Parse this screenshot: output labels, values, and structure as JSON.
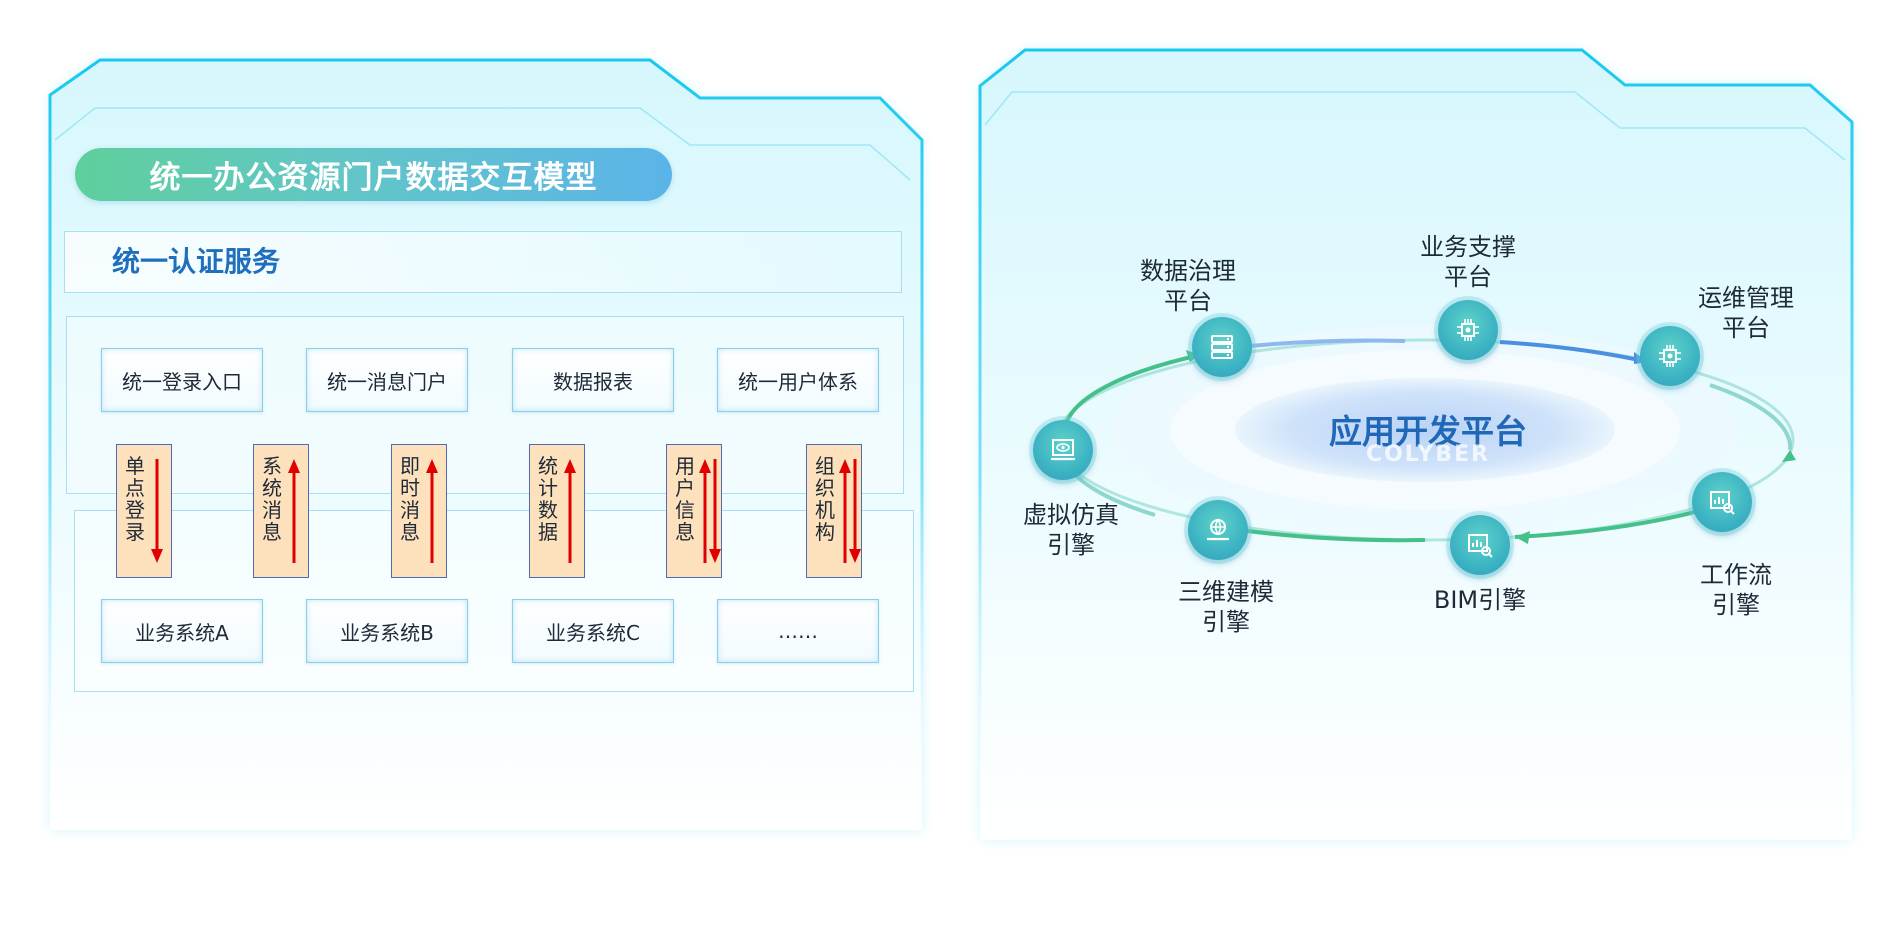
{
  "left_panel": {
    "title": "统一办公资源门户数据交互模型",
    "auth_service": "统一认证服务",
    "top_modules": [
      "统一登录入口",
      "统一消息门户",
      "数据报表",
      "统一用户体系"
    ],
    "flows": [
      {
        "text": "单点登录",
        "arrows": [
          "down"
        ]
      },
      {
        "text": "系统消息",
        "arrows": [
          "up"
        ]
      },
      {
        "text": "即时消息",
        "arrows": [
          "up"
        ]
      },
      {
        "text": "统计数据",
        "arrows": [
          "up"
        ]
      },
      {
        "text": "用户信息",
        "arrows": [
          "up",
          "down"
        ]
      },
      {
        "text": "组织机构",
        "arrows": [
          "up",
          "down"
        ]
      }
    ],
    "bottom_modules": [
      "业务系统A",
      "业务系统B",
      "业务系统C",
      "……"
    ],
    "colors": {
      "arrow": "#e00000",
      "flow_box": "#fde0bc",
      "flow_border": "#4f6bb5"
    }
  },
  "right_panel": {
    "center_title": "应用开发平台",
    "watermark": "COLYBER",
    "nodes": [
      {
        "id": "data-governance",
        "label": [
          "数据治理",
          "平台"
        ],
        "icon": "server-icon"
      },
      {
        "id": "business-support",
        "label": [
          "业务支撑",
          "平台"
        ],
        "icon": "chip-icon"
      },
      {
        "id": "ops-management",
        "label": [
          "运维管理",
          "平台"
        ],
        "icon": "chip-icon"
      },
      {
        "id": "workflow-engine",
        "label": [
          "工作流",
          "引擎"
        ],
        "icon": "chart-search-icon"
      },
      {
        "id": "bim-engine",
        "label": [
          "BIM引擎"
        ],
        "icon": "chart-search-icon"
      },
      {
        "id": "3d-modeling",
        "label": [
          "三维建模",
          "引擎"
        ],
        "icon": "globe-laptop-icon"
      },
      {
        "id": "virtual-sim",
        "label": [
          "虚拟仿真",
          "引擎"
        ],
        "icon": "eye-monitor-icon"
      }
    ],
    "colors": {
      "center_text": "#2167b8",
      "node": "#3cb3c3",
      "ring_green": "#45c08a",
      "ring_blue": "#4a90e2"
    }
  }
}
